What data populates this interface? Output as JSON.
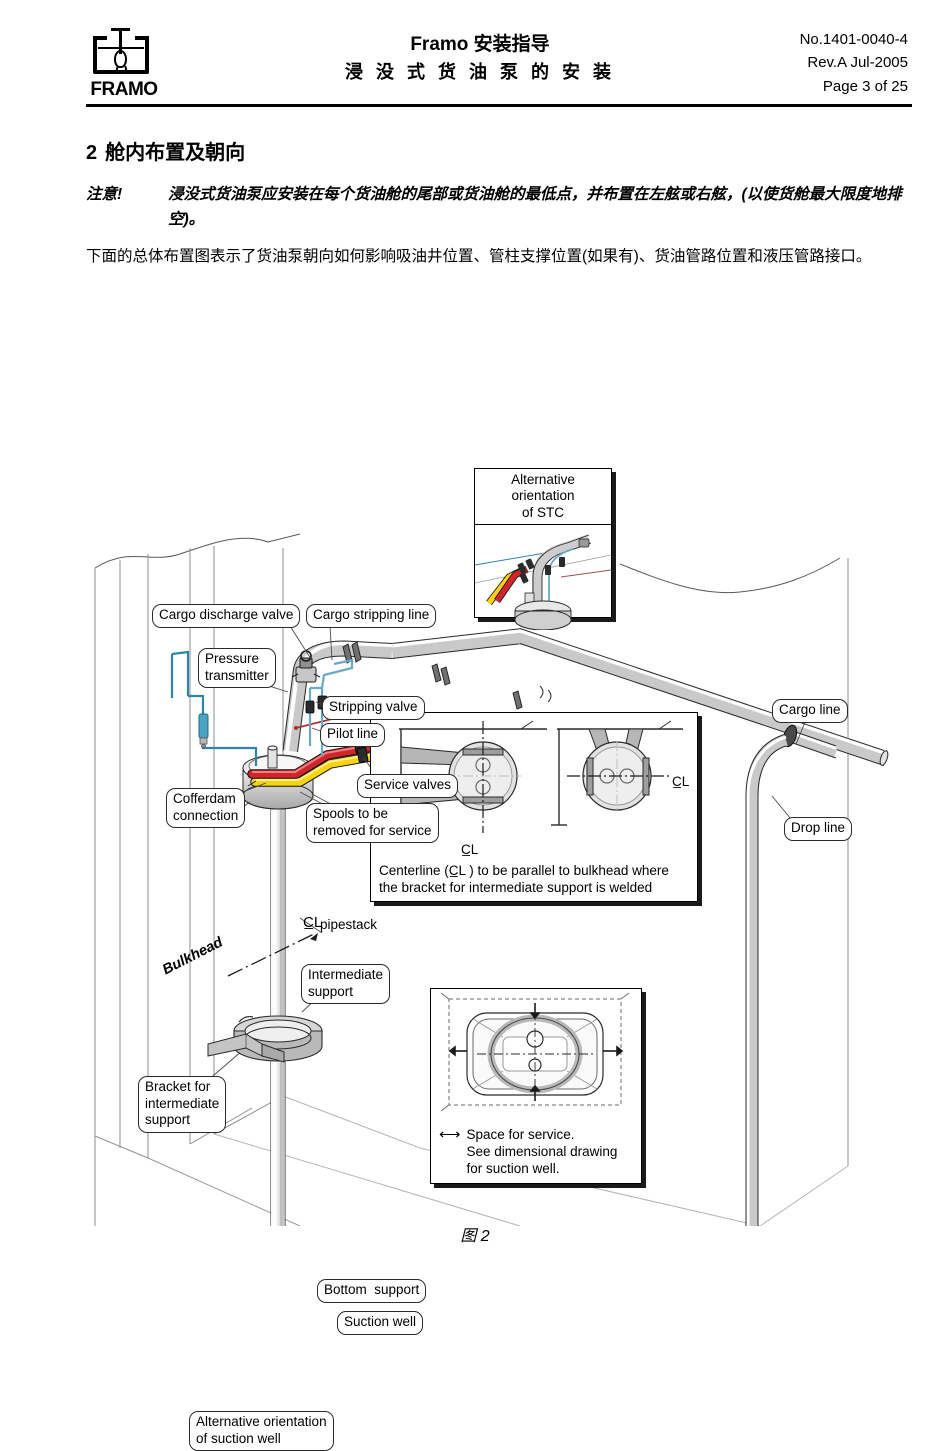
{
  "header": {
    "logo_word": "FRAMO",
    "title_line1_latin": "Framo",
    "title_line1_cjk": "安装指导",
    "title_line2": "浸 没 式 货 油 泵 的 安 装",
    "doc_no": "No.1401-0040-4",
    "revision": "Rev.A Jul-2005",
    "page": "Page 3 of 25"
  },
  "body": {
    "section_number": "2",
    "section_title": "舱内布置及朝向",
    "note_label": "注意!",
    "note_text": "浸没式货油泵应安装在每个货油舱的尾部或货油舱的最低点，并布置在左舷或右舷，(以使货舱最大限度地排空)。",
    "intro_paragraph": "下面的总体布置图表示了货油泵朝向如何影响吸油井位置、管柱支撑位置(如果有)、货油管路位置和液压管路接口。",
    "figure_caption": "图 2"
  },
  "figure": {
    "callouts": {
      "cargo_discharge_valve": "Cargo discharge valve",
      "cargo_stripping_line": "Cargo stripping line",
      "pressure_transmitter": "Pressure\ntransmitter",
      "stripping_valve": "Stripping valve",
      "pilot_line": "Pilot line",
      "cargo_line": "Cargo line",
      "drop_line": "Drop line",
      "service_valves": "Service valves",
      "cofferdam_connection": "Cofferdam\nconnection",
      "spools_to_be_removed": "Spools to be\nremoved for service",
      "intermediate_support": "Intermediate\nsupport",
      "bracket_for_intermediate_support": "Bracket for\nintermediate\nsupport",
      "bottom_support": "Bottom  support",
      "suction_well": "Suction well",
      "alternative_orientation_suction_well": "Alternative orientation\nof suction well"
    },
    "labels": {
      "bulkhead": "Bulkhead",
      "pipestack_centerline": "pipestack",
      "centerline_symbol": "C̲L"
    },
    "insets": {
      "stc": {
        "title": "Alternative orientation\nof STC"
      },
      "centerline": {
        "caption_line1": "Centerline (C̲L ) to be parallel to bulkhead where",
        "caption_line2": "the bracket for intermediate support is welded",
        "right_marker": "C̲L",
        "left_marker": "C̲L"
      },
      "suction_well": {
        "caption_line1": "Space for service.",
        "caption_line2": "See dimensional drawing",
        "caption_line3": "for suction well."
      }
    },
    "colors": {
      "pipe_fill": "#e8e8e8",
      "pipe_stroke": "#2a2a2a",
      "hydraulic_red": "#d0252b",
      "hydraulic_yellow": "#f7d310",
      "pilot_blue": "#2e85a8",
      "pilot_red": "#b03030",
      "metal_gray": "#b9b9b9",
      "wall_line": "#9a9a9a"
    }
  }
}
